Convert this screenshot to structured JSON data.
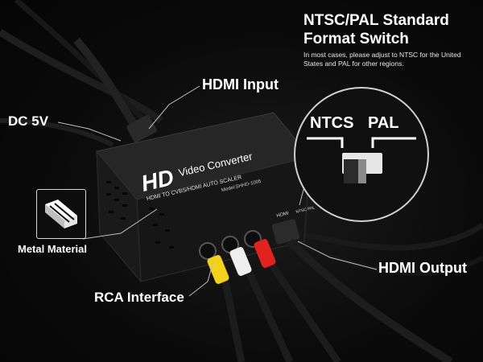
{
  "callouts": {
    "dc": "DC 5V",
    "hdmi_input": "HDMI Input",
    "metal": "Metal Material",
    "rca": "RCA Interface",
    "hdmi_output": "HDMI Output"
  },
  "switch_info": {
    "title_line1": "NTSC/PAL  Standard",
    "title_line2": "Format Switch",
    "note": "In most cases, please adjust to NTSC for the United States and PAL for other regions.",
    "left_label": "NTCS",
    "right_label": "PAL"
  },
  "device": {
    "logo": "HD",
    "title": "Video Converter",
    "subtitle": "HDMI TO CVBS/HDMI AUTO SCALER",
    "model": "Model:SHHD-1005",
    "port_hdmi": "HDMI",
    "port_switch": "NTSC PAL"
  },
  "colors": {
    "background": "#0a0a0a",
    "text": "#ffffff",
    "rca_yellow": "#f2d21b",
    "rca_white": "#eeeeee",
    "rca_red": "#e0231f"
  }
}
